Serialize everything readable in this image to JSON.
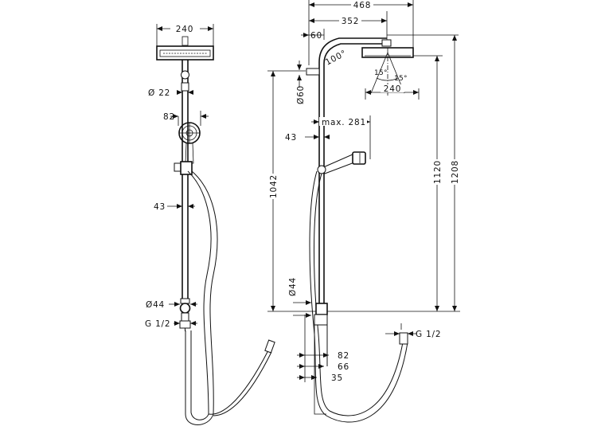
{
  "colors": {
    "line": "#111111",
    "background": "#ffffff"
  },
  "front": {
    "width_head": "240",
    "pipe_diameter": "Ø 22",
    "hand_shower_width": "82",
    "bar_offset": "43",
    "mixer_diameter": "Ø44",
    "connection_thread": "G 1/2"
  },
  "side": {
    "total_reach": "468",
    "arm_reach": "352",
    "top_offset": "60",
    "arm_angle": "100°",
    "tilt_left": "15°",
    "tilt_right": "15°",
    "head_width": "240",
    "wall_bracket_diameter": "Ø60",
    "max_reach": "max. 281",
    "bar_offset": "43",
    "height_bar": "1042",
    "height_head": "1120",
    "height_total": "1208",
    "mixer_diameter": "Ø44",
    "connection_thread": "G 1/2",
    "bottom_82": "82",
    "bottom_66": "66",
    "bottom_35": "35"
  }
}
